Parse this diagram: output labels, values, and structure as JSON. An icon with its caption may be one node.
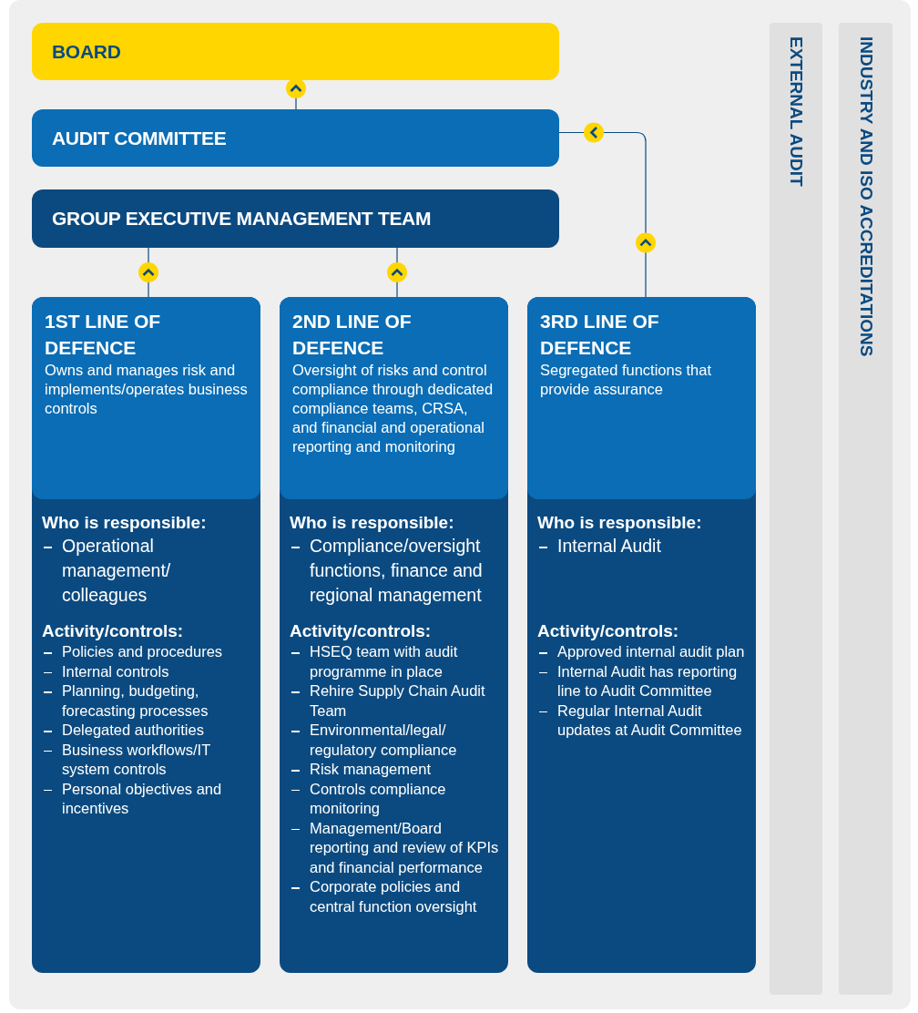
{
  "diagram": {
    "nodes": [
      {
        "text": [
          "BOARD"
        ]
      },
      {
        "text": [
          "AUDIT COMMITTEE"
        ]
      },
      {
        "text": [
          "GROUP EXECUTIVE MANAGEMENT TEAM"
        ]
      },
      {
        "text": [
          "1ST LINE OF DEFENCE",
          "Owns and manages risk and implements/operates business controls",
          "Who is responsible:",
          "Operational management/ colleagues",
          "Activity/controls:",
          "Policies and procedures",
          "Internal controls",
          "Planning, budgeting, forecasting processes",
          "Delegated authorities",
          "Business workflows/IT system controls",
          "Personal objectives and incentives"
        ]
      },
      {
        "text": [
          "2ND LINE OF DEFENCE",
          "Oversight of risks and control compliance through dedicated compliance teams, CRSA, and financial and operational reporting and monitoring",
          "Who is responsible:",
          "Compliance/oversight functions, finance and regional management",
          "Activity/controls:",
          "HSEQ team with audit programme in place",
          "Rehire Supply Chain Audit Team",
          "Environmental/legal/ regulatory compliance",
          "Risk management",
          "Controls compliance monitoring",
          "Management/Board reporting and review of KPIs and financial performance",
          "Corporate policies and central function oversight"
        ]
      },
      {
        "text": [
          "3RD LINE OF DEFENCE",
          "Segregated functions that provide assurance",
          "Who is responsible:",
          "Internal Audit",
          "Activity/controls:",
          "Approved internal audit plan",
          "Internal Audit has reporting line to Audit Committee",
          "Regular Internal Audit updates at Audit Committee"
        ]
      },
      {
        "text": [
          "EXTERNAL AUDIT"
        ]
      },
      {
        "text": [
          "INDUSTRY AND ISO ACCREDITATIONS"
        ]
      }
    ],
    "edges": [
      {
        "from": 1,
        "to": 0,
        "arrow": "to"
      },
      {
        "from": 3,
        "to": 2,
        "arrow": "to"
      },
      {
        "from": 4,
        "to": 2,
        "arrow": "to"
      },
      {
        "from": 5,
        "to": 1,
        "arrow": "to"
      }
    ]
  }
}
